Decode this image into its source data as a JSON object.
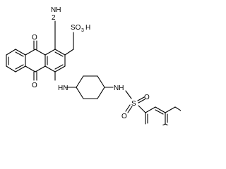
{
  "figure": {
    "description_type": "chemical-structure",
    "atom_labels": {
      "amino": "NH",
      "amino_sub": "2",
      "sulfo": "SO",
      "sulfo_sub": "3",
      "sulfo_h": "H",
      "oxo_top": "O",
      "oxo_bottom": "O",
      "imino": "HN",
      "sulfonamide_nh": "NH",
      "sulfonyl_s": "S",
      "sulfonyl_o_left": "O",
      "sulfonyl_o_right": "O"
    }
  }
}
